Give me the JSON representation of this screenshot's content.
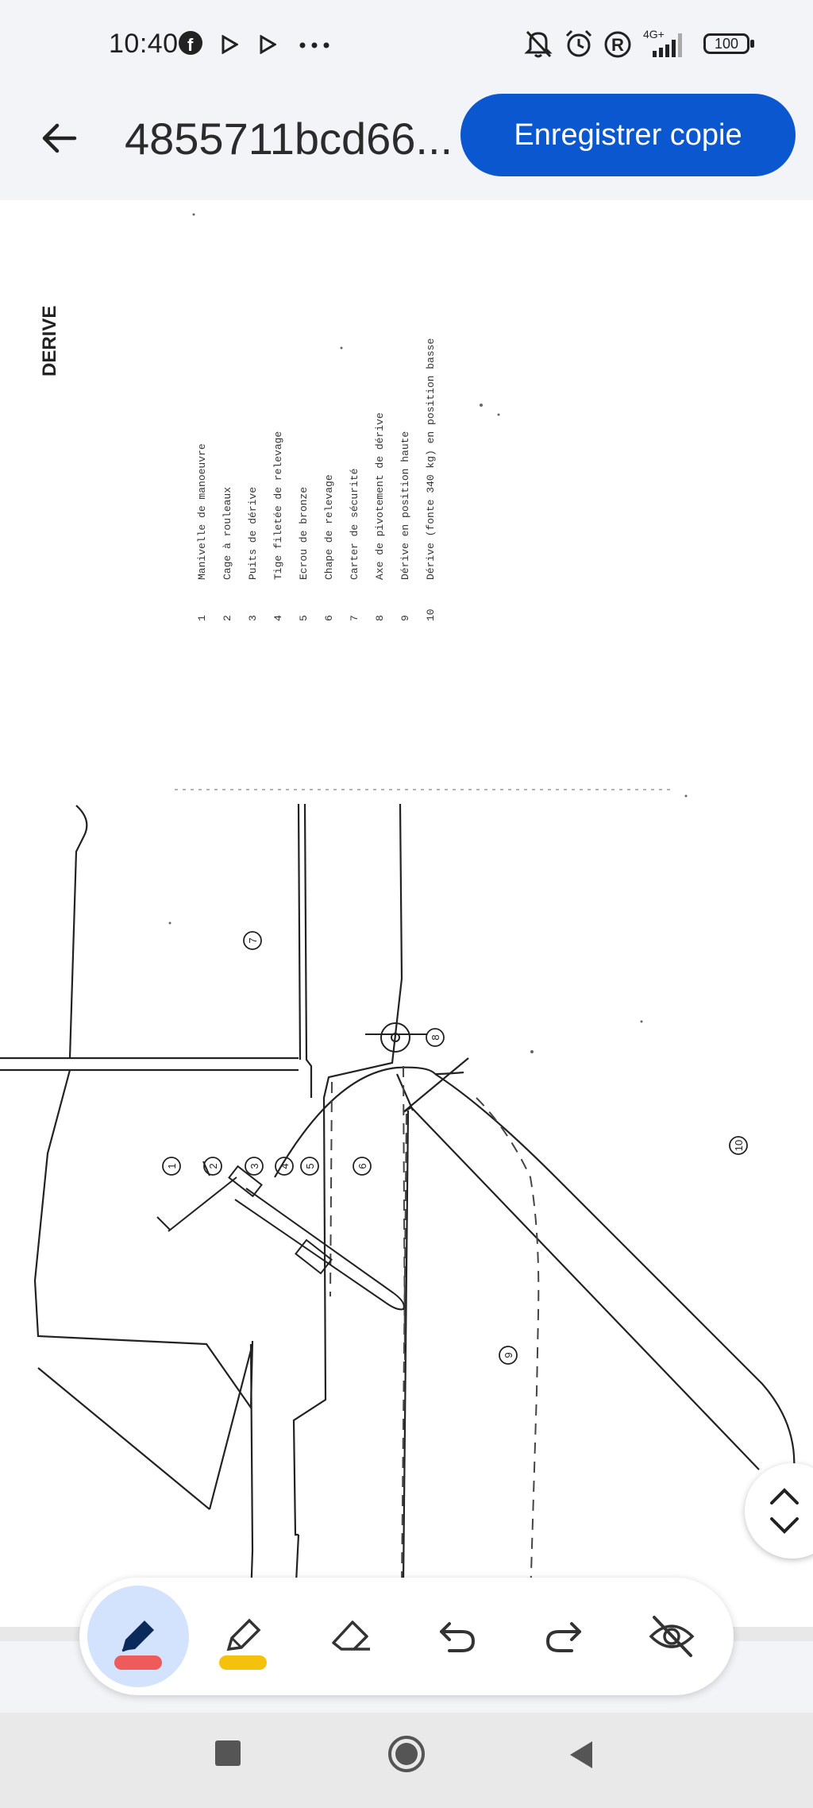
{
  "status_bar": {
    "time": "10:40",
    "icons": [
      "facebook-icon",
      "play-icon",
      "play-icon",
      "more-icon",
      "mute-icon",
      "alarm-icon",
      "registered-icon",
      "signal-icon"
    ],
    "network": "4G+",
    "battery": "100"
  },
  "app_bar": {
    "title": "4855711bcd66...",
    "save_label": "Enregistrer copie"
  },
  "document": {
    "heading": "DERIVE",
    "legend": [
      {
        "num": "1",
        "text": "Manivelle de manoeuvre"
      },
      {
        "num": "2",
        "text": "Cage à rouleaux"
      },
      {
        "num": "3",
        "text": "Puits de dérive"
      },
      {
        "num": "4",
        "text": "Tige filetée de relevage"
      },
      {
        "num": "5",
        "text": "Ecrou de bronze"
      },
      {
        "num": "6",
        "text": "Chape de relevage"
      },
      {
        "num": "7",
        "text": "Carter de sécurité"
      },
      {
        "num": "8",
        "text": "Axe de pivotement de dérive"
      },
      {
        "num": "9",
        "text": "Dérive en position haute"
      },
      {
        "num": "10",
        "text": "Dérive (fonte 340 kg) en position basse"
      }
    ],
    "callouts": [
      "1",
      "2",
      "3",
      "4",
      "5",
      "6",
      "7",
      "8",
      "9",
      "10"
    ]
  },
  "toolbar": {
    "tools": [
      {
        "name": "pen-tool",
        "color": "#ee5b5b",
        "selected": true
      },
      {
        "name": "highlighter-tool",
        "color": "#f4c20d",
        "selected": false
      },
      {
        "name": "eraser-tool"
      },
      {
        "name": "undo-tool"
      },
      {
        "name": "redo-tool"
      },
      {
        "name": "hide-annotations-tool"
      }
    ]
  },
  "colors": {
    "accent": "#0b57d0",
    "selected_tool_bg": "#d3e3fd"
  }
}
